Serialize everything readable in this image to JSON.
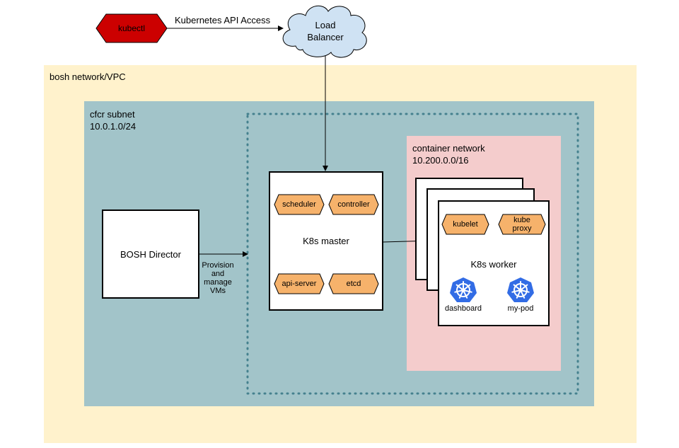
{
  "kubectl": {
    "label": "kubectl"
  },
  "api_access": {
    "label": "Kubernetes API Access"
  },
  "load_balancer": {
    "label": "Load\nBalancer"
  },
  "bosh_network": {
    "label": "bosh network/VPC"
  },
  "cfcr_subnet": {
    "label": "cfcr subnet\n10.0.1.0/24"
  },
  "container_network": {
    "label": "container network\n10.200.0.0/16"
  },
  "bosh_director": {
    "label": "BOSH Director"
  },
  "provision_edge": {
    "label": "Provision\nand\nmanage\nVMs"
  },
  "k8s_master": {
    "label": "K8s master",
    "components": {
      "scheduler": "scheduler",
      "controller": "controller",
      "api_server": "api-server",
      "etcd": "etcd"
    }
  },
  "k8s_worker": {
    "label": "K8s worker",
    "components": {
      "kubelet": "kubelet",
      "kube_proxy": "kube\nproxy"
    },
    "pods": {
      "dashboard": "dashboard",
      "my_pod": "my-pod"
    }
  },
  "colors": {
    "bosh_network_fill": "#fff2cc",
    "cfcr_subnet_fill": "#a2c4c9",
    "container_network_fill": "#f4cccc",
    "kubectl_fill": "#cc0000",
    "cloud_fill": "#cfe2f3",
    "component_fill": "#f6b26b",
    "dotted_border": "#45818e",
    "k8s_blue": "#326ce5"
  }
}
